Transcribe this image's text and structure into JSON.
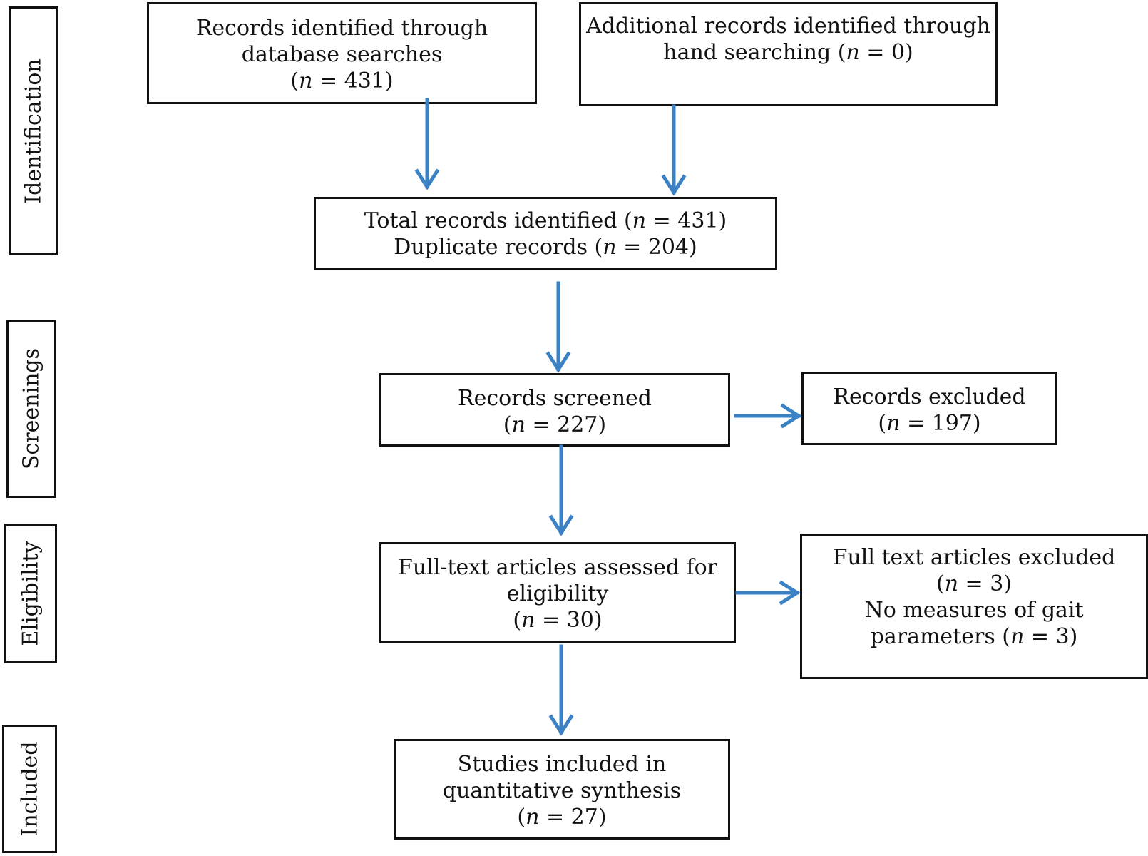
{
  "stages": {
    "identification": "Identification",
    "screening": "Screenings",
    "eligibility": "Eligibility",
    "included": "Included"
  },
  "boxes": {
    "database": {
      "line1": "Records identified through",
      "line2": "database searches",
      "n_prefix": "(",
      "n_var": "n",
      "n_suffix": " = 431)"
    },
    "hand": {
      "line1": "Additional records identified through",
      "line2_text": "hand searching (",
      "n_var": "n",
      "n_suffix": " = 0)"
    },
    "total": {
      "line1_text": "Total records identified (",
      "line1_var": "n",
      "line1_suffix": " = 431)",
      "line2_text": "Duplicate records (",
      "line2_var": "n",
      "line2_suffix": " = 204)"
    },
    "screened": {
      "line1": "Records screened",
      "n_prefix": "(",
      "n_var": "n",
      "n_suffix": " = 227)"
    },
    "excluded": {
      "line1": "Records excluded",
      "n_prefix": "(",
      "n_var": "n",
      "n_suffix": " = 197)"
    },
    "fulltext": {
      "line1": "Full-text articles assessed for",
      "line2": "eligibility",
      "n_prefix": "(",
      "n_var": "n",
      "n_suffix": " = 30)"
    },
    "ft_excluded": {
      "line1": "Full text articles excluded",
      "n_prefix": "(",
      "n_var": "n",
      "n_suffix": " = 3)",
      "line3": "No measures of gait",
      "line4_text": "parameters (",
      "line4_var": "n",
      "line4_suffix": " = 3)"
    },
    "included": {
      "line1": "Studies included in",
      "line2": "quantitative synthesis",
      "n_prefix": "(",
      "n_var": "n",
      "n_suffix": " = 27)"
    }
  },
  "colors": {
    "arrow": "#3a82c4",
    "border": "#111111"
  }
}
